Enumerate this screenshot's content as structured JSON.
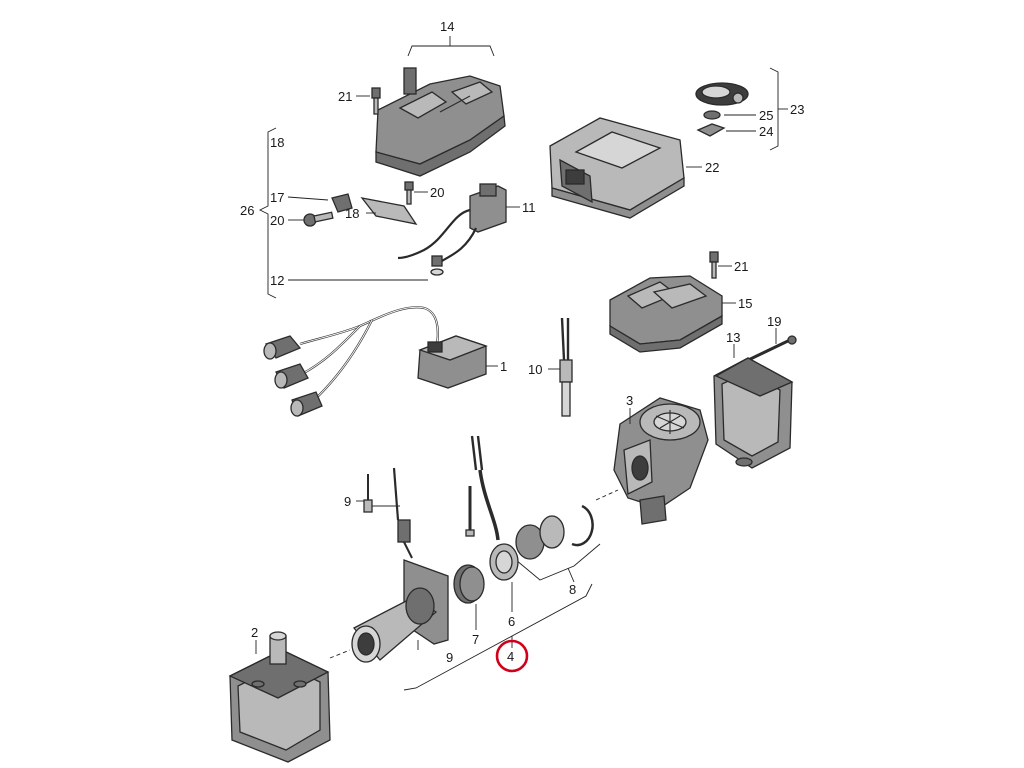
{
  "diagram": {
    "labels": {
      "l1": "1",
      "l2": "2",
      "l3": "3",
      "l4": "4",
      "l6": "6",
      "l7": "7",
      "l8": "8",
      "l9a": "9",
      "l9b": "9",
      "l10": "10",
      "l11": "11",
      "l12": "12",
      "l13": "13",
      "l14": "14",
      "l15": "15",
      "l17": "17",
      "l18a": "18",
      "l18b": "18",
      "l19": "19",
      "l20a": "20",
      "l20b": "20",
      "l21a": "21",
      "l21b": "21",
      "l22": "22",
      "l23": "23",
      "l24": "24",
      "l25": "25",
      "l26": "26"
    },
    "highlight": {
      "label": "4",
      "color": "#d0021b"
    }
  },
  "colors": {
    "background": "#ffffff",
    "line": "#222222",
    "part_mid": "#8f8f8f",
    "part_dark": "#6f6f6f",
    "part_light": "#b9b9b9"
  }
}
